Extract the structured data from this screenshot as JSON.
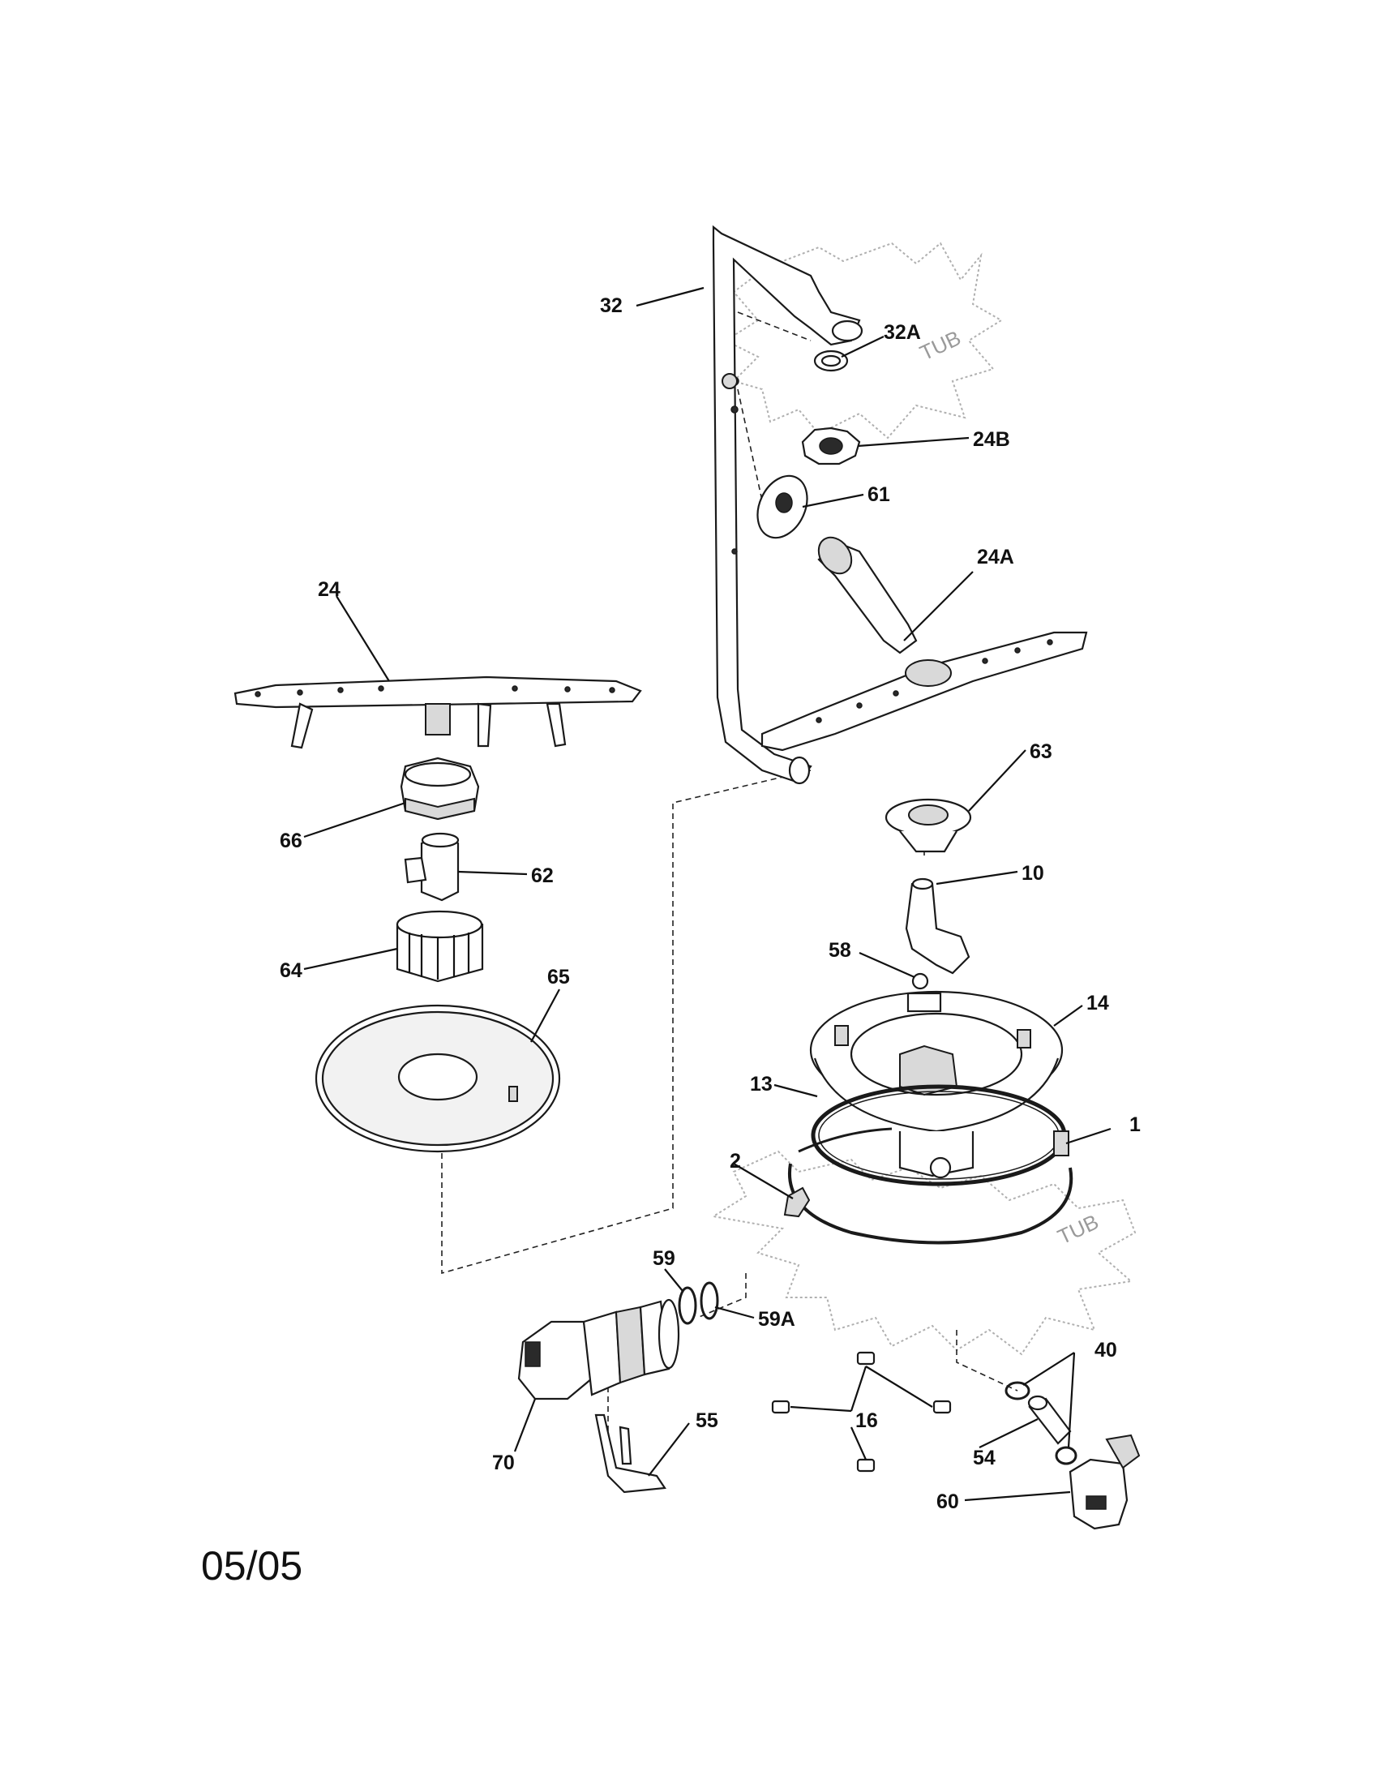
{
  "diagram": {
    "date_code": "05/05",
    "tub_text": "TUB",
    "part_labels": [
      "32",
      "32A",
      "24B",
      "61",
      "24A",
      "24",
      "63",
      "66",
      "62",
      "10",
      "58",
      "64",
      "65",
      "14",
      "13",
      "1",
      "2",
      "59",
      "59A",
      "40",
      "16",
      "70",
      "55",
      "54",
      "60"
    ]
  }
}
